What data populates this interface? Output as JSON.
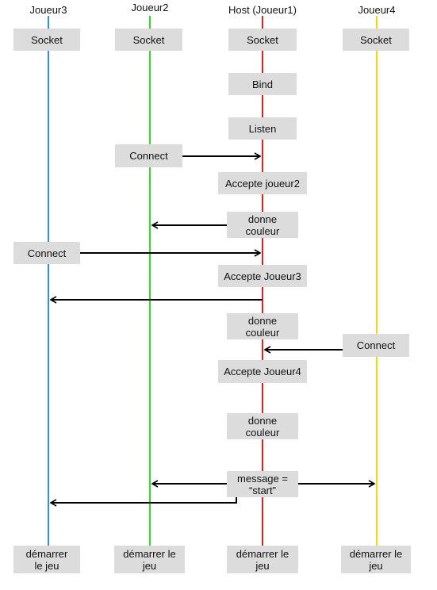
{
  "participants": [
    {
      "id": "j3",
      "name": "Joueur3",
      "color": "#2f8fe0"
    },
    {
      "id": "j2",
      "name": "Joueur2",
      "color": "#33dd22"
    },
    {
      "id": "host",
      "name": "Host (Joueur1)",
      "color": "#e22222"
    },
    {
      "id": "j4",
      "name": "Joueur4",
      "color": "#f5d800"
    }
  ],
  "boxes": {
    "socket": "Socket",
    "bind": "Bind",
    "listen": "Listen",
    "connect": "Connect",
    "accepte_joueur2": "Accepte joueur2",
    "donne_couleur": "donne couleur",
    "accepte_joueur3": "Accepte Joueur3",
    "accepte_joueur4": "Accepte Joueur4",
    "message_start": "message = “start”",
    "demarrer": "démarrer le jeu"
  },
  "messages": [
    {
      "from": "j2",
      "to": "host",
      "label": "Connect"
    },
    {
      "from": "host",
      "to": "j2",
      "label": "donne couleur"
    },
    {
      "from": "j3",
      "to": "host",
      "label": "Connect"
    },
    {
      "from": "host",
      "to": "j3",
      "label": ""
    },
    {
      "from": "j4",
      "to": "host",
      "label": "Connect"
    },
    {
      "from": "host",
      "to": "j2",
      "label": "message = “start”"
    },
    {
      "from": "host",
      "to": "j4",
      "label": "message = “start”"
    },
    {
      "from": "host",
      "to": "j3",
      "label": "message = “start”"
    }
  ]
}
